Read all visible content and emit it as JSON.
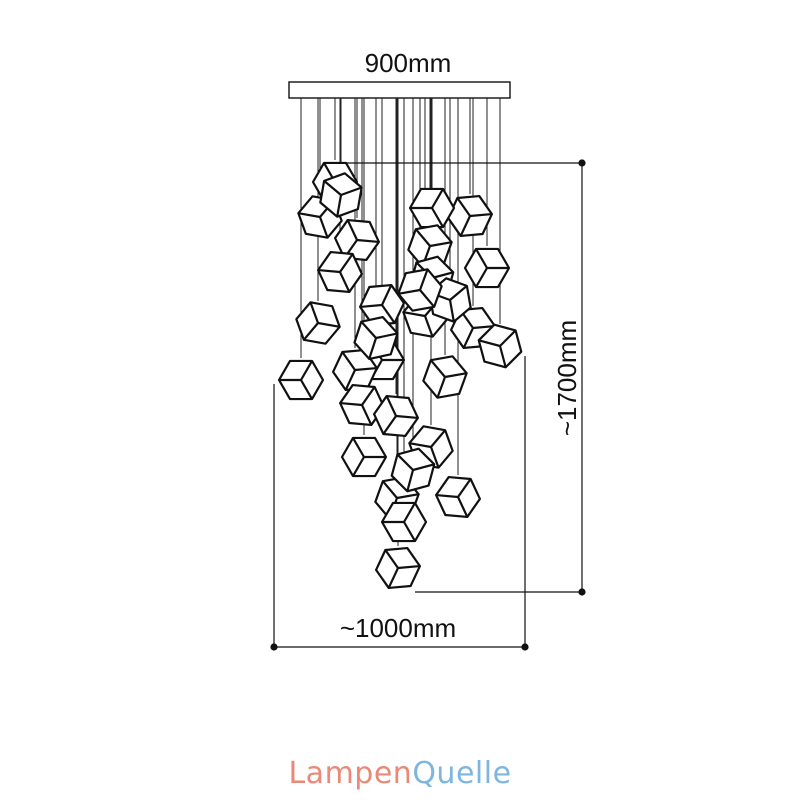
{
  "dimensions": {
    "canopy_width": "900mm",
    "total_height": "~1700mm",
    "total_width": "~1000mm"
  },
  "brand": {
    "part1": "Lampen",
    "part2": "Quelle",
    "color1": "#e98a78",
    "color2": "#7fb6e0"
  },
  "line_color": "#111111",
  "cube_count": 31
}
